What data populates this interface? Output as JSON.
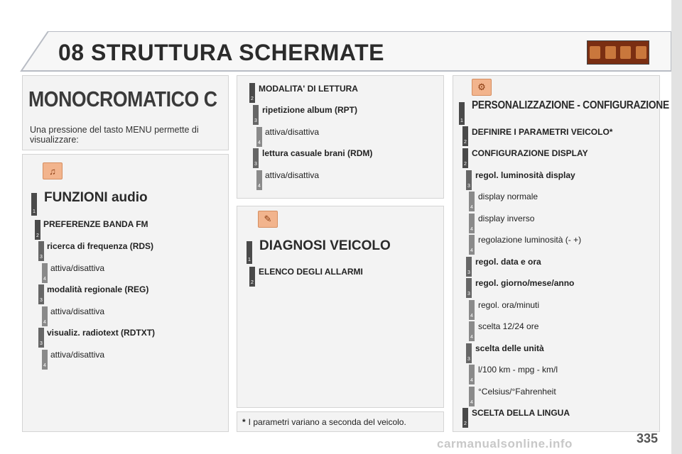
{
  "header": {
    "title": "08 STRUTTURA SCHERMATE",
    "icons": [
      "audio-icon",
      "wrench-icon",
      "settings-icon",
      "phone-icon"
    ]
  },
  "intro_panel": {
    "title": "MONOCROMATICO C",
    "text": "Una pressione del tasto MENU permette di visualizzare:"
  },
  "audio": {
    "title": "FUNZIONI audio",
    "items": [
      {
        "level": "1",
        "label": ""
      },
      {
        "level": "2",
        "label": "PREFERENZE BANDA FM"
      },
      {
        "level": "3",
        "label": "ricerca di frequenza (RDS)"
      },
      {
        "level": "4",
        "label": "attiva/disattiva"
      },
      {
        "level": "3",
        "label": "modalità regionale (REG)"
      },
      {
        "level": "4",
        "label": "attiva/disattiva"
      },
      {
        "level": "3",
        "label": "visualiz. radiotext (RDTXT)"
      },
      {
        "level": "4",
        "label": "attiva/disattiva"
      }
    ]
  },
  "reading": {
    "items": [
      {
        "level": "2",
        "label": "MODALITA' DI LETTURA"
      },
      {
        "level": "3",
        "label": "ripetizione album (RPT)"
      },
      {
        "level": "4",
        "label": "attiva/disattiva"
      },
      {
        "level": "3",
        "label": "lettura casuale brani (RDM)"
      },
      {
        "level": "4",
        "label": "attiva/disattiva"
      }
    ]
  },
  "diagnosis": {
    "title": "DIAGNOSI VEICOLO",
    "items": [
      {
        "level": "1",
        "label": ""
      },
      {
        "level": "2",
        "label": "ELENCO DEGLI ALLARMI"
      }
    ]
  },
  "footnote": {
    "star": "*",
    "text": "I parametri variano a seconda del veicolo."
  },
  "config": {
    "title": "PERSONALIZZAZIONE - CONFIGURAZIONE",
    "items": [
      {
        "level": "1",
        "label": ""
      },
      {
        "level": "2",
        "label": "DEFINIRE I PARAMETRI VEICOLO*"
      },
      {
        "level": "2",
        "label": "CONFIGURAZIONE DISPLAY"
      },
      {
        "level": "3",
        "label": "regol. luminosità display"
      },
      {
        "level": "4",
        "label": "display normale"
      },
      {
        "level": "4",
        "label": "display inverso"
      },
      {
        "level": "4",
        "label": "regolazione luminosità (- +)"
      },
      {
        "level": "3",
        "label": "regol. data e ora"
      },
      {
        "level": "3",
        "label": "regol. giorno/mese/anno"
      },
      {
        "level": "4",
        "label": "regol. ora/minuti"
      },
      {
        "level": "4",
        "label": "scelta 12/24 ore"
      },
      {
        "level": "3",
        "label": "scelta delle unità"
      },
      {
        "level": "4",
        "label": "l/100 km - mpg - km/l"
      },
      {
        "level": "4",
        "label": "°Celsius/°Fahrenheit"
      },
      {
        "level": "2",
        "label": "SCELTA DELLA LINGUA"
      }
    ]
  },
  "page_number": "335",
  "watermark": "carmanualsonline.info",
  "colors": {
    "accent_icon": "#f2b48d",
    "badge_dark": "#4a4a4a",
    "panel_bg": "#f3f3f3",
    "header_icons_bg": "#7a2e12"
  }
}
